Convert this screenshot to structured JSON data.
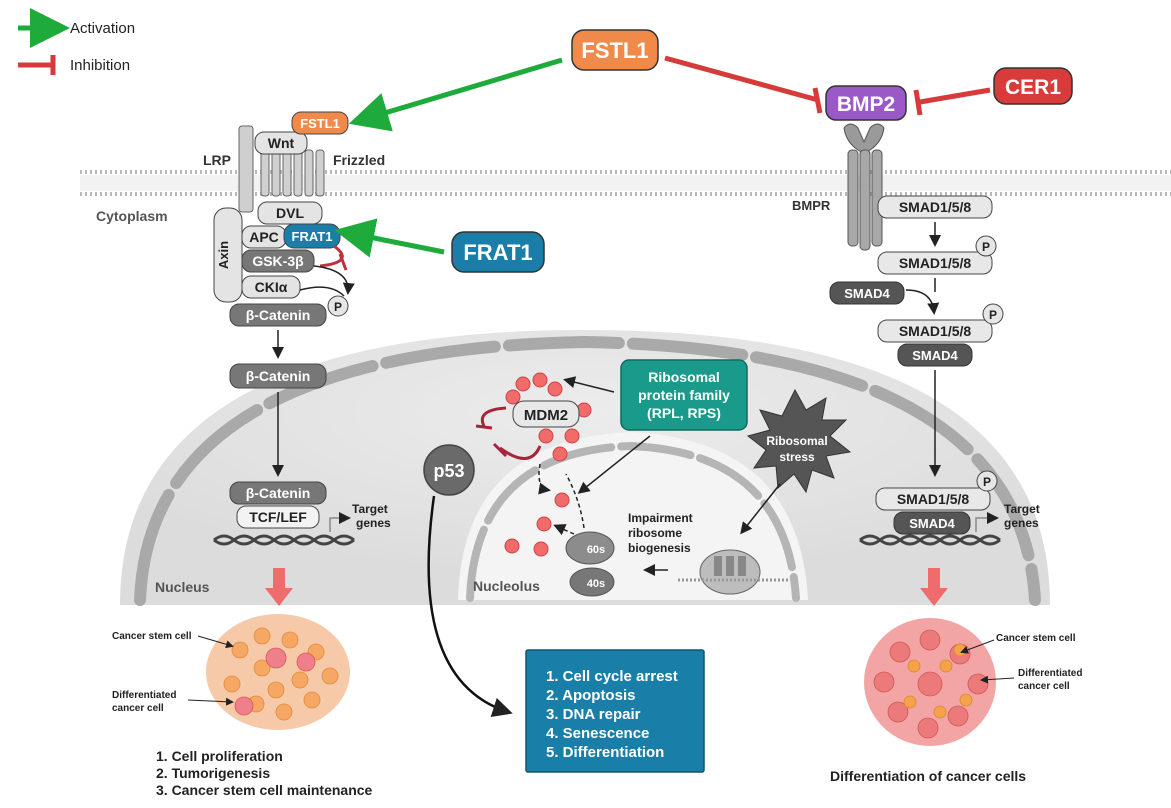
{
  "legend": {
    "activation": "Activation",
    "inhibition": "Inhibition"
  },
  "colors": {
    "activation": "#1faa3c",
    "inhibition": "#d63b3b",
    "fstl1": "#f08a4b",
    "bmp2": "#9b59c8",
    "cer1": "#d93a3a",
    "frat1": "#1b7ea8",
    "ribosomal": "#1a9a8a",
    "outcome_box": "#1a7fa8",
    "nucleus_arrow": "#f06b6b",
    "dots": "#f26b6b"
  },
  "wnt": {
    "fstl1_main": "FSTL1",
    "fstl1_small": "FSTL1",
    "wnt": "Wnt",
    "lrp": "LRP",
    "frizzled": "Frizzled",
    "cytoplasm": "Cytoplasm",
    "dvl": "DVL",
    "axin": "Axin",
    "apc": "APC",
    "frat1_small": "FRAT1",
    "frat1_main": "FRAT1",
    "gsk": "GSK-3β",
    "ck": "CKIα",
    "p": "P",
    "bcat1": "β-Catenin",
    "bcat2": "β-Catenin",
    "bcat3": "β-Catenin",
    "tcf": "TCF/LEF",
    "target": "Target",
    "genes": "genes",
    "nucleus": "Nucleus"
  },
  "bmp": {
    "bmp2": "BMP2",
    "cer1": "CER1",
    "bmpr": "BMPR",
    "smad158_1": "SMAD1/5/8",
    "smad158_2": "SMAD1/5/8",
    "smad4_1": "SMAD4",
    "smad158_3": "SMAD1/5/8",
    "smad4_2": "SMAD4",
    "smad158_4": "SMAD1/5/8",
    "smad4_3": "SMAD4",
    "p1": "P",
    "p2": "P",
    "p3": "P",
    "target": "Target",
    "genes": "genes"
  },
  "ribo": {
    "family_l1": "Ribosomal",
    "family_l2": "protein family",
    "family_l3": "(RPL, RPS)",
    "mdm2": "MDM2",
    "p53": "p53",
    "stress_l1": "Ribosomal",
    "stress_l2": "stress",
    "impair_l1": "Impairment",
    "impair_l2": "ribosome",
    "impair_l3": "biogenesis",
    "s60": "60s",
    "s40": "40s",
    "nucleolus": "Nucleolus"
  },
  "outcomes": {
    "items": [
      "1.  Cell cycle arrest",
      "2.  Apoptosis",
      "3.  DNA repair",
      "4.  Senescence",
      "5.  Differentiation"
    ]
  },
  "left_cells": {
    "csc": "Cancer stem cell",
    "diff_l1": "Differentiated",
    "diff_l2": "cancer cell",
    "list": [
      "1.  Cell proliferation",
      "2.  Tumorigenesis",
      "3.  Cancer stem cell maintenance"
    ]
  },
  "right_cells": {
    "csc": "Cancer stem cell",
    "diff_l1": "Differentiated",
    "diff_l2": "cancer cell",
    "caption": "Differentiation of cancer  cells"
  }
}
